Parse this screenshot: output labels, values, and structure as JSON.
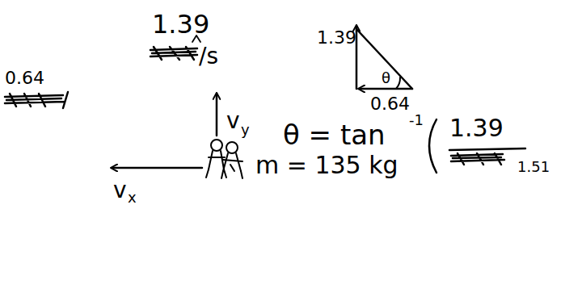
{
  "diagram": {
    "labels": [
      "1.39",
      "/s",
      "0.64",
      "v",
      "y",
      "v",
      "x",
      "m = 135 kg",
      "1.39",
      "θ",
      "0.64",
      "θ = tan",
      "-1",
      "1.39",
      "1.51"
    ]
  }
}
